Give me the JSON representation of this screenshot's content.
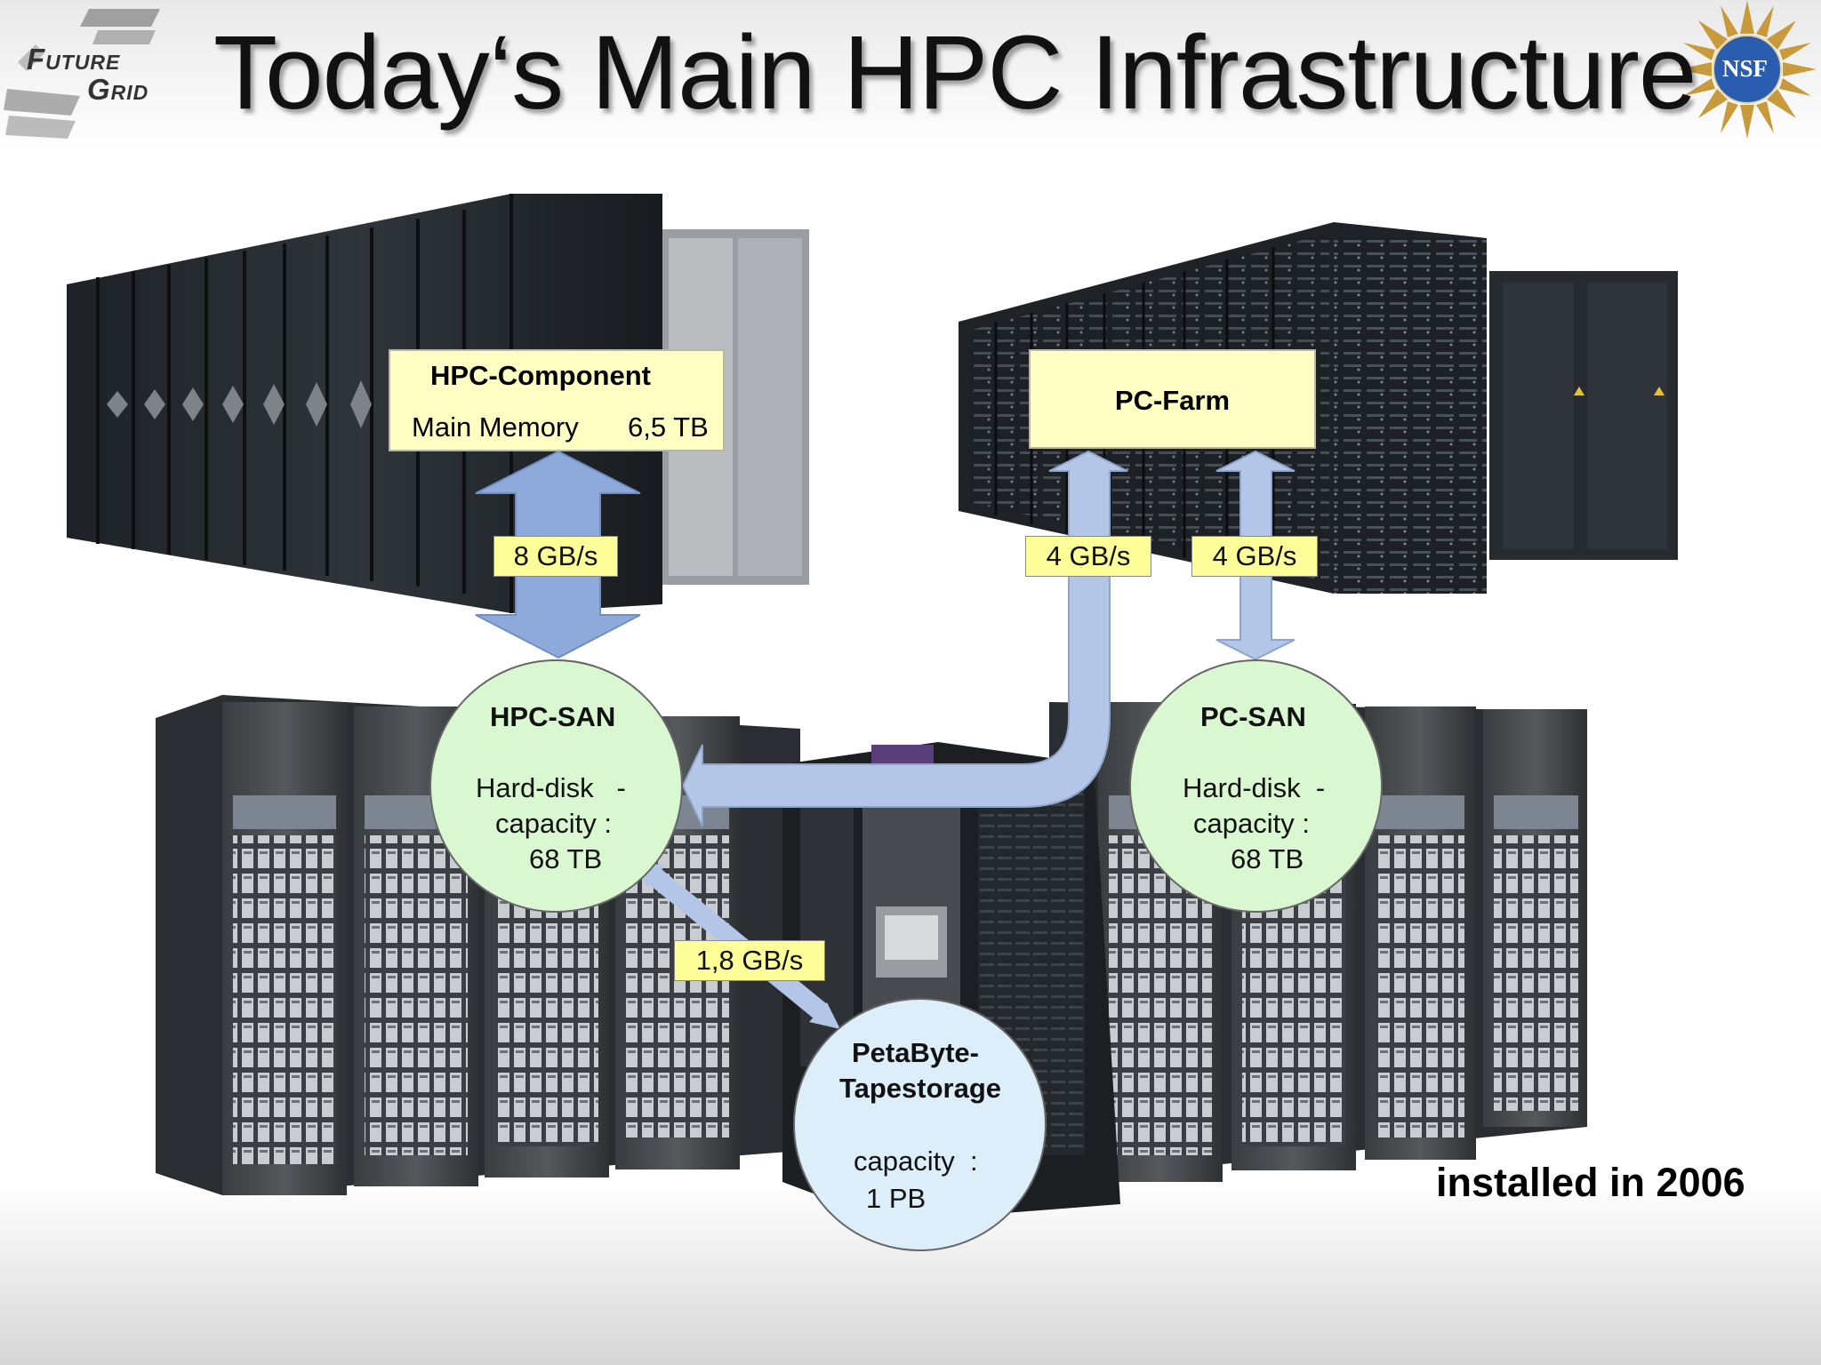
{
  "slide": {
    "title": "Today‘s Main HPC Infrastructure",
    "footer_note": "installed in 2006"
  },
  "logos": {
    "left": {
      "line1": "Future",
      "line2": "Grid"
    },
    "right": {
      "text": "NSF"
    }
  },
  "nodes": {
    "hpc_component": {
      "title": "HPC-Component",
      "memory_label": "Main Memory",
      "memory_value": "6,5 TB"
    },
    "pc_farm": {
      "title": "PC-Farm"
    },
    "hpc_san": {
      "title": "HPC-SAN",
      "line1": "Hard-disk   -",
      "line2": "capacity :",
      "line3": "68 TB"
    },
    "pc_san": {
      "title": "PC-SAN",
      "line1": "Hard-disk  -",
      "line2": "capacity :",
      "line3": "68 TB"
    },
    "tape": {
      "title1": "PetaByte-",
      "title2": "Tapestorage",
      "line1": "capacity  :",
      "line2": "1 PB"
    }
  },
  "links": {
    "hpc_bw": "8 GB/s",
    "farm_bw_left": "4 GB/s",
    "farm_bw_right": "4 GB/s",
    "tape_bw": "1,8 GB/s"
  },
  "colors": {
    "arrow_fill": "#b4c6e7",
    "arrow_fill_dark": "#8eaadb",
    "label_fill": "#ffff99",
    "box_fill": "#ffffc4",
    "san_fill": "#d9f7d0",
    "tape_fill": "#dceefa"
  }
}
